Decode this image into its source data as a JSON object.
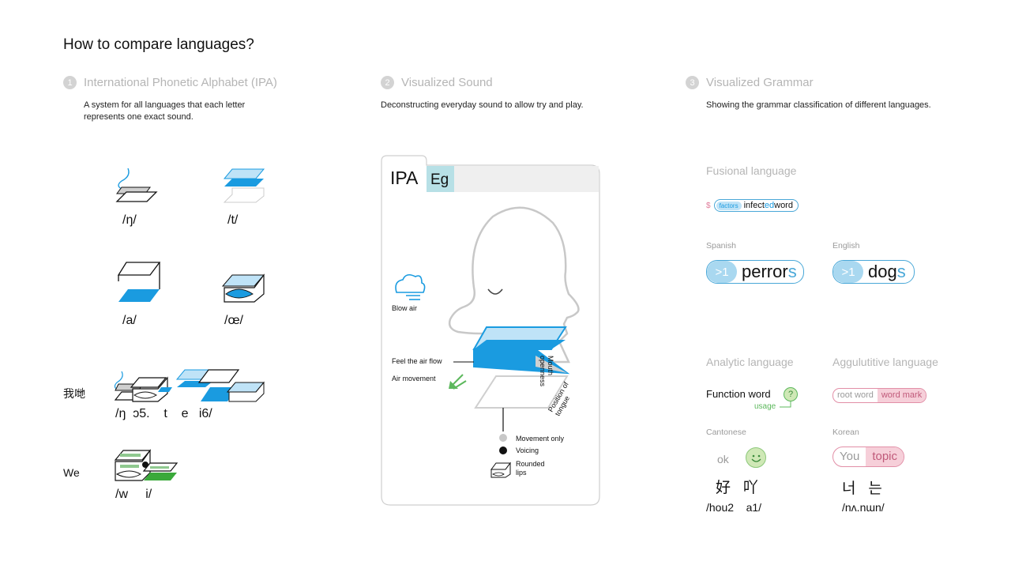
{
  "page": {
    "title": "How to compare languages?"
  },
  "sections": [
    {
      "num": "1",
      "title": "International Phonetic Alphabet (IPA)",
      "desc_line1": "A system for all languages that each letter",
      "desc_line2": "represents one exact sound."
    },
    {
      "num": "2",
      "title": "Visualized Sound",
      "desc_line1": "Deconstructing everyday sound to allow try and play."
    },
    {
      "num": "3",
      "title": "Visualized Grammar",
      "desc_line1": "Showing the grammar classification of different languages."
    }
  ],
  "ipa": {
    "symbols": [
      "/ŋ/",
      "/t/",
      "/a/",
      "/œ/"
    ],
    "examples": [
      {
        "word": "我哋",
        "transcription": "/ŋ  ɔ5.    t    e   i6/"
      },
      {
        "word": "We",
        "transcription": "/w     i/"
      }
    ]
  },
  "card": {
    "ipa_label": "IPA",
    "eg_label": "Eg",
    "blow_air": "Blow air",
    "feel_air_flow": "Feel the air flow",
    "air_movement": "Air movement",
    "mouth_openness": "Mouth openness",
    "tongue_position": "Position of tongue",
    "legend": [
      {
        "label": "Movement only"
      },
      {
        "label": "Voicing"
      },
      {
        "label": "Rounded",
        "label2": "lips"
      }
    ]
  },
  "grammar": {
    "fusional": {
      "heading": "Fusional language",
      "symbol": "$",
      "factors": "factors",
      "word_a": "infect",
      "word_b": "ed",
      "word_c": " word",
      "examples": [
        {
          "language": "Spanish",
          "marker": ">1",
          "stem": "perror",
          "suffix": "s"
        },
        {
          "language": "English",
          "marker": ">1",
          "stem": "dog",
          "suffix": "s"
        }
      ]
    },
    "analytic": {
      "heading": "Analytic language",
      "function_word": "Function word",
      "question": "?",
      "usage": "usage",
      "language": "Cantonese",
      "ok": "ok",
      "chars": "好   吖",
      "romanization": "/hou2    a1/"
    },
    "agglutinative": {
      "heading": "Aggulutitive language",
      "root_word": "root word",
      "word_mark": "word mark",
      "language": "Korean",
      "you": "You",
      "topic": "topic",
      "chars": "너   는",
      "romanization": "/nʌ.nɯn/"
    }
  },
  "colors": {
    "blue": "#1a9be0",
    "light_blue": "#bfe3f7",
    "green": "#3aa93a",
    "pink": "#e07b9a",
    "teal": "#b7e0e6"
  }
}
